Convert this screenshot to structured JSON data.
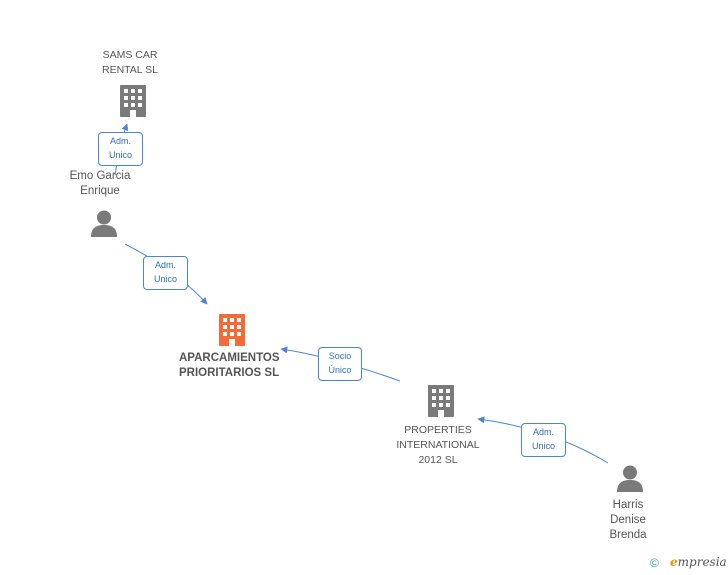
{
  "colors": {
    "building": "#7a7a7a",
    "building_main": "#f26b38",
    "person": "#7a7a7a",
    "edge": "#4a86d8",
    "edge_label": "#2e6fc4"
  },
  "nodes": {
    "sams_car_rental": {
      "type": "company",
      "icon": "building-icon",
      "lines": [
        "SAMS CAR",
        "RENTAL SL"
      ]
    },
    "emo_garcia": {
      "type": "person",
      "icon": "person-icon",
      "lines": [
        "Emo Garcia",
        "Enrique"
      ]
    },
    "aparcamientos": {
      "type": "company",
      "icon": "building-icon",
      "lines": [
        "APARCAMIENTOS",
        "PRIORITARIOS SL"
      ]
    },
    "properties": {
      "type": "company",
      "icon": "building-icon",
      "lines": [
        "PROPERTIES",
        "INTERNATIONAL",
        "2012 SL"
      ]
    },
    "harris": {
      "type": "person",
      "icon": "person-icon",
      "lines": [
        "Harris",
        "Denise",
        "Brenda"
      ]
    }
  },
  "edges": {
    "emo_to_sams": {
      "lines": [
        "Adm.",
        "Unico"
      ]
    },
    "emo_to_aparcamientos": {
      "lines": [
        "Adm.",
        "Unico"
      ]
    },
    "properties_to_aparcamientos": {
      "lines": [
        "Socio",
        "Único"
      ]
    },
    "harris_to_properties": {
      "lines": [
        "Adm.",
        "Unico"
      ]
    }
  },
  "footer": {
    "copyright_symbol": "©",
    "brand_initial": "e",
    "brand_rest": "mpresia"
  }
}
